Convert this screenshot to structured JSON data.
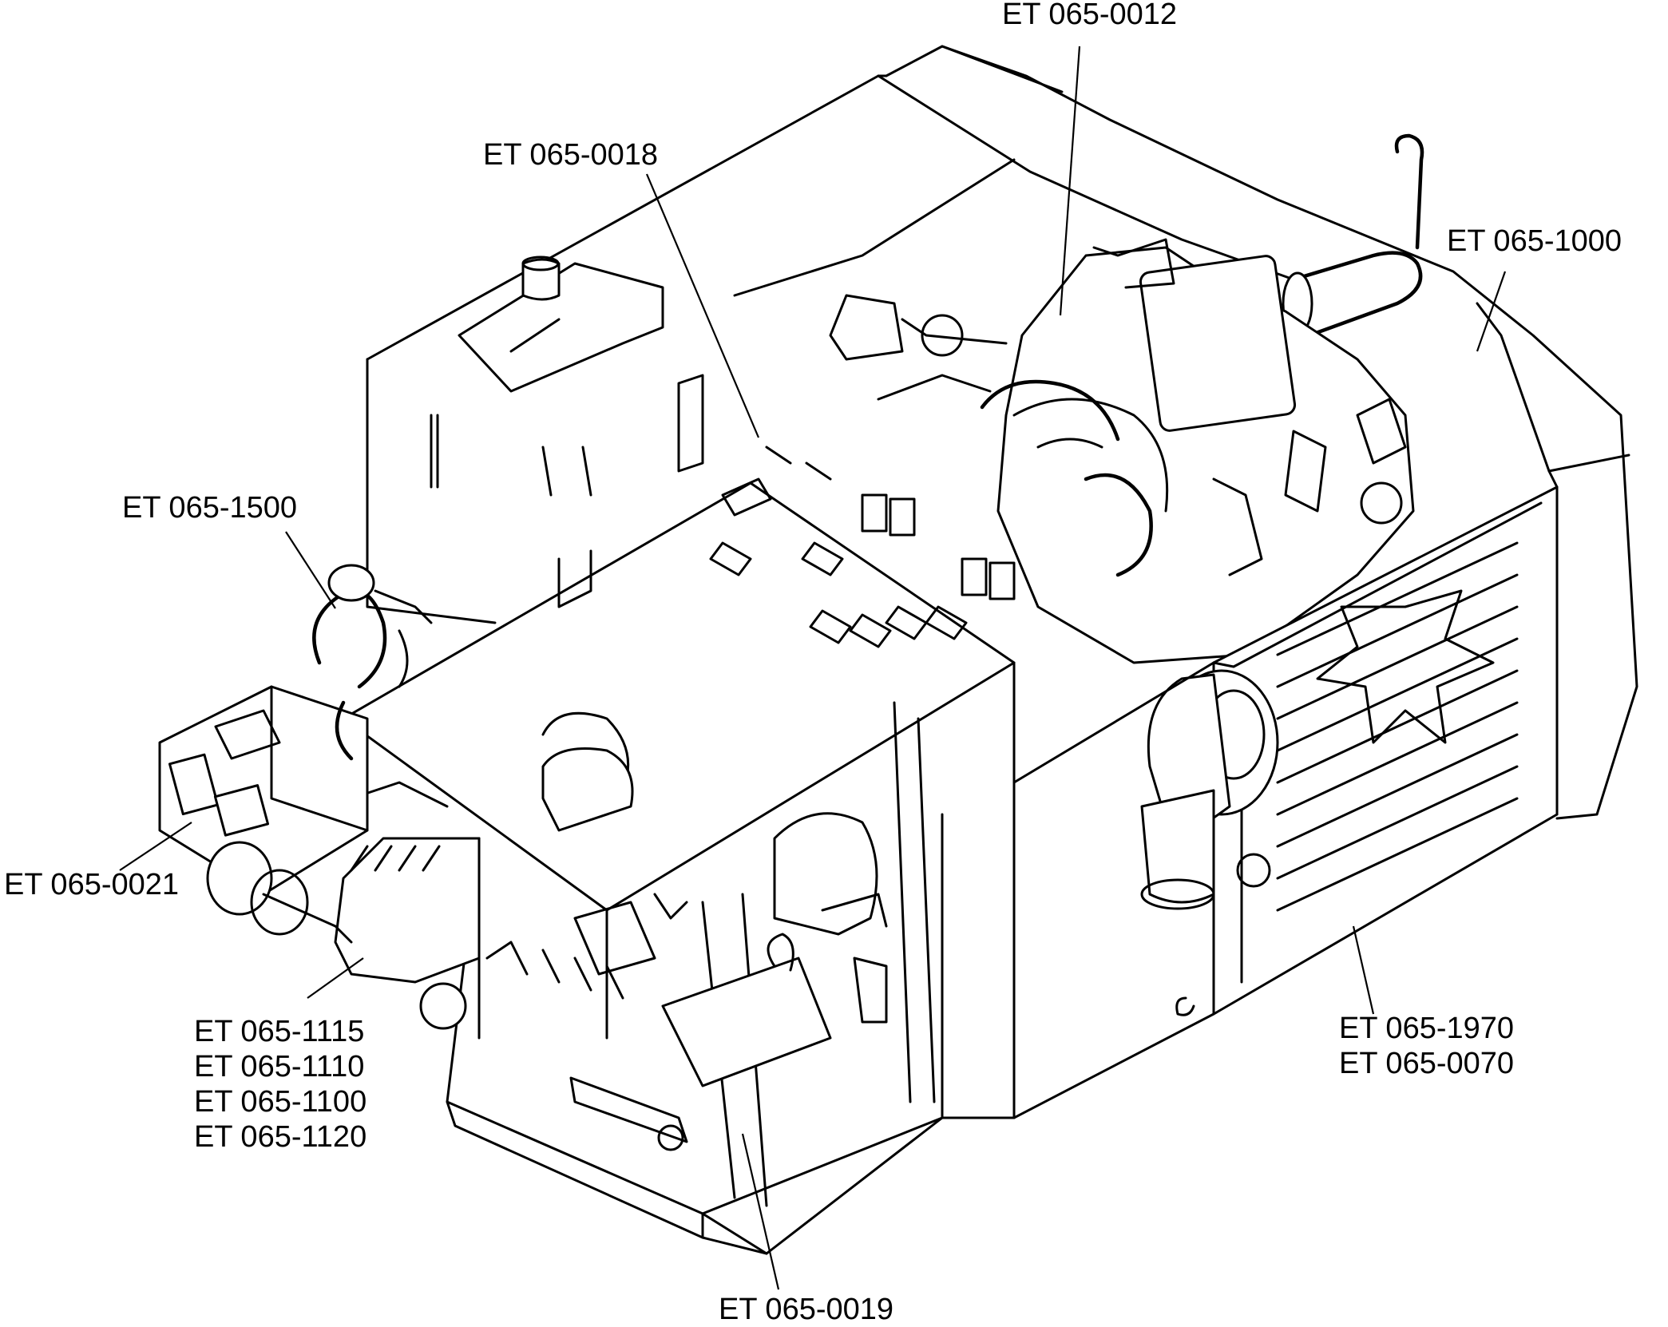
{
  "callouts": {
    "top_0012": "ET 065-0012",
    "c_0018": "ET 065-0018",
    "c_1000": "ET 065-1000",
    "c_1500": "ET 065-1500",
    "c_0021": "ET 065-0021",
    "group_left": [
      "ET 065-1115",
      "ET 065-1110",
      "ET 065-1100",
      "ET 065-1120"
    ],
    "group_right": [
      "ET 065-1970",
      "ET 065-0070"
    ],
    "c_0019": "ET 065-0019"
  }
}
